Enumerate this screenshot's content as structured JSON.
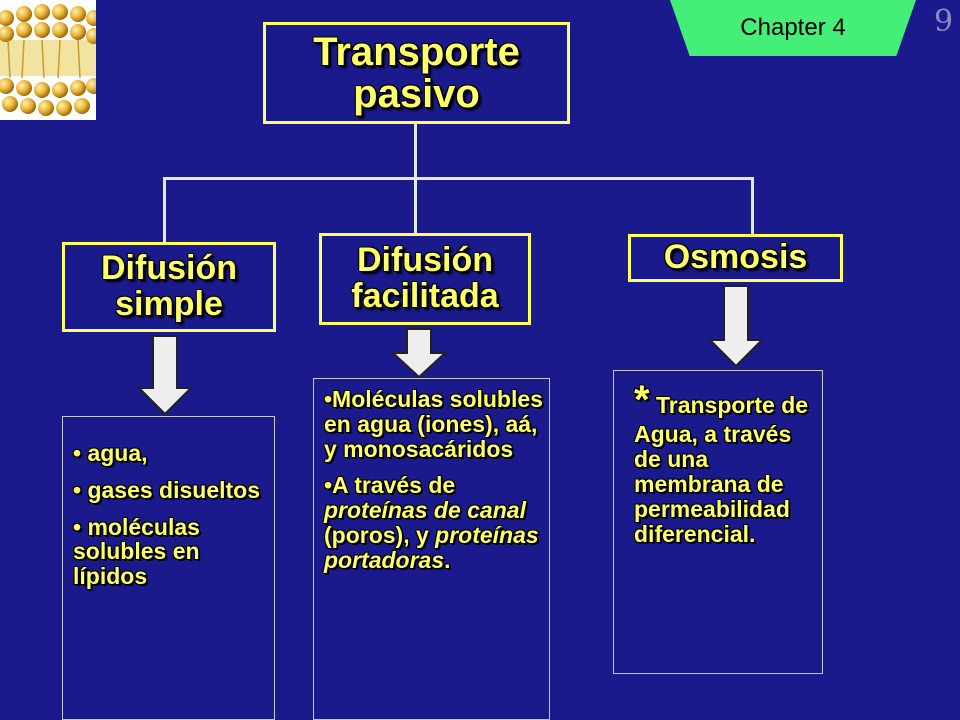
{
  "header": {
    "chapter_label": "Chapter 4",
    "page_number": "9"
  },
  "root": {
    "label": "Transporte pasivo"
  },
  "nodes": [
    {
      "label": "Difusión simple"
    },
    {
      "label": "Difusión facilitada"
    },
    {
      "label": "Osmosis"
    }
  ],
  "details": {
    "simple": [
      "• agua,",
      "• gases disueltos",
      "• moléculas solubles en lípidos"
    ],
    "facilitada": {
      "item1": "•Moléculas solubles en agua (iones), aá, y monosacáridos",
      "item2_pre": "•A través de ",
      "item2_em1": "proteínas de canal",
      "item2_mid": " (poros), y ",
      "item2_em2": "proteínas portadoras",
      "item2_end": "."
    },
    "osmosis": {
      "star": "*",
      "text": " Transporte de Agua, a través de una membrana de permeabilidad diferencial."
    }
  },
  "colors": {
    "background": "#1a1a8c",
    "text": "#ffff66",
    "tab": "#44ee77"
  }
}
